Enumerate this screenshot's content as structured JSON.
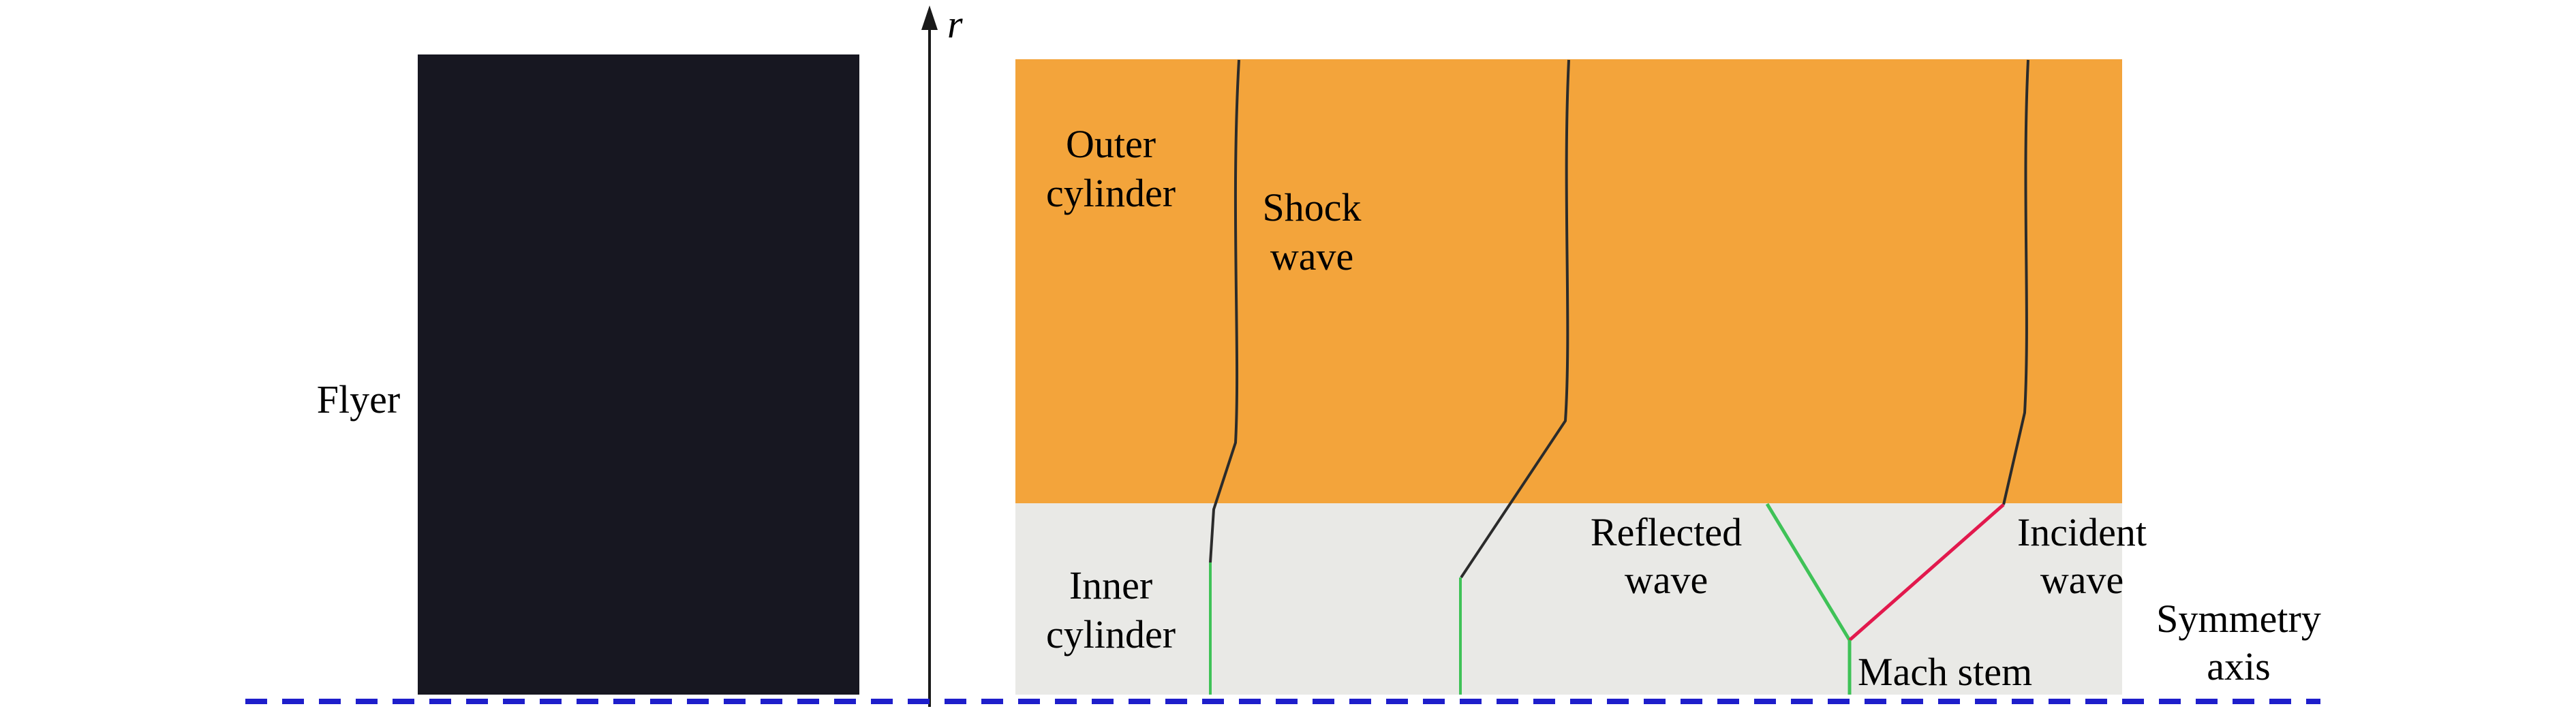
{
  "labels": {
    "flyer": "Flyer",
    "r_axis": "r",
    "outer_cylinder": [
      "Outer",
      "cylinder"
    ],
    "shock_wave": [
      "Shock",
      "wave"
    ],
    "inner_cylinder": [
      "Inner",
      "cylinder"
    ],
    "reflected_wave": [
      "Reflected",
      "wave"
    ],
    "incident_wave": [
      "Incident",
      "wave"
    ],
    "mach_stem": "Mach stem",
    "symmetry_axis": [
      "Symmetry",
      "axis"
    ]
  },
  "colors": {
    "flyer": "#171721",
    "outer_cylinder": "#F3A43B",
    "inner_cylinder": "#E9E9E6",
    "shock_line": "#2B2B2B",
    "axis": "#1A1A1A",
    "reflected_wave": "#3FC257",
    "incident_wave": "#E2194D",
    "mach_stem": "#3FC257",
    "interface_line": "#3FC257",
    "symmetry_line": "#1E1ECB"
  }
}
